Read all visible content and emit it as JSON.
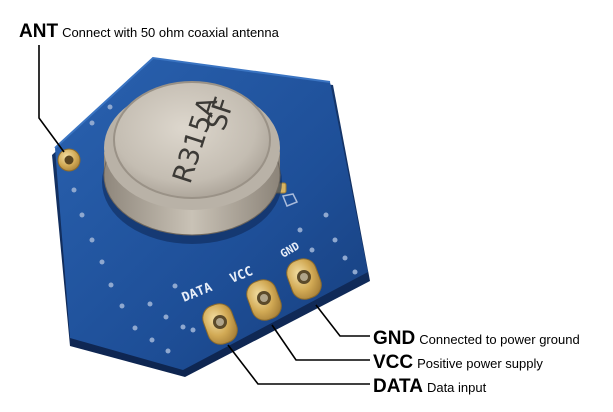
{
  "callouts": {
    "ant": {
      "name": "ANT",
      "desc": "Connect with 50 ohm coaxial antenna"
    },
    "gnd": {
      "name": "GND",
      "desc": "Connected to power ground"
    },
    "vcc": {
      "name": "VCC",
      "desc": "Positive power supply"
    },
    "data": {
      "name": "DATA",
      "desc": "Data input"
    }
  },
  "board": {
    "can_text_line1": "SF",
    "can_text_line2": "R315A",
    "silk_data": "DATA",
    "silk_vcc": "VCC",
    "silk_gnd": "GND"
  },
  "colors": {
    "pcb": "#1e4f98",
    "pad_gold": "#c9a04a",
    "can_metal": "#c8c2b8",
    "leader_line": "#000000"
  }
}
